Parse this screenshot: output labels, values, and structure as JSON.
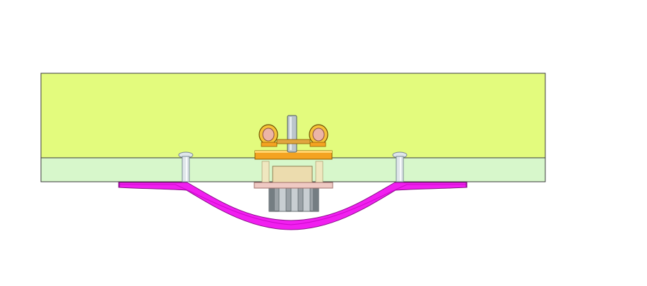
{
  "scene": {
    "background_color": "#ffffff",
    "components": [
      {
        "name": "upper-plate",
        "color": "#e3fb7d",
        "edge": "#3a3a3a"
      },
      {
        "name": "lower-transparent-plate",
        "color": "#d7f7cb",
        "edge": "#3a3a3a"
      },
      {
        "name": "curved-spring-bracket",
        "color": "#f11ff0",
        "edge": "#8a0e8a"
      },
      {
        "name": "fastener-pins",
        "color": "#dfe6ea",
        "edge": "#7a8a92"
      },
      {
        "name": "orange-mount-plate",
        "color": "#f4a321",
        "edge": "#8a5a00"
      },
      {
        "name": "yellow-connector-rings",
        "color": "#f6c23a",
        "edge": "#6e4d00"
      },
      {
        "name": "center-shaft",
        "color": "#bcc6cc",
        "edge": "#4e5a60"
      },
      {
        "name": "motor-body",
        "color": "#ecdcae",
        "edge": "#8d7c50"
      },
      {
        "name": "gear-knob",
        "color": "#9aa1a6",
        "edge": "#3d4448"
      }
    ]
  }
}
